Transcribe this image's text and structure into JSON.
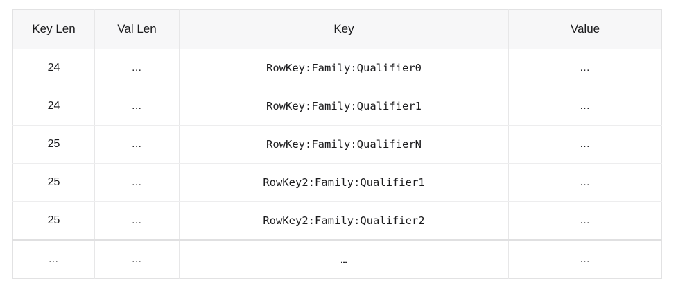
{
  "table": {
    "name": "hfile-keyvalue-layout-table",
    "columns": [
      {
        "id": "key_len",
        "label": "Key Len",
        "align": "center"
      },
      {
        "id": "val_len",
        "label": "Val Len",
        "align": "center"
      },
      {
        "id": "key",
        "label": "Key",
        "align": "center"
      },
      {
        "id": "value",
        "label": "Value",
        "align": "center"
      }
    ],
    "rows": [
      {
        "key_len": "24",
        "val_len": "…",
        "key": "RowKey:Family:Qualifier0",
        "value": "…"
      },
      {
        "key_len": "24",
        "val_len": "…",
        "key": "RowKey:Family:Qualifier1",
        "value": "…"
      },
      {
        "key_len": "25",
        "val_len": "…",
        "key": "RowKey:Family:QualifierN",
        "value": "…"
      },
      {
        "key_len": "25",
        "val_len": "…",
        "key": "RowKey2:Family:Qualifier1",
        "value": "…"
      },
      {
        "key_len": "25",
        "val_len": "…",
        "key": "RowKey2:Family:Qualifier2",
        "value": "…"
      },
      {
        "key_len": "…",
        "val_len": "…",
        "key": "…",
        "value": "…"
      }
    ]
  },
  "colors": {
    "page_background": "#ffffff",
    "header_background": "#f7f7f8",
    "row_background": "#ffffff",
    "border": "#e2e2e3",
    "inner_border": "#e7e7e8",
    "row_separator": "#ededee",
    "strong_separator": "#e0e0e1",
    "text": "#1b1b1d"
  }
}
